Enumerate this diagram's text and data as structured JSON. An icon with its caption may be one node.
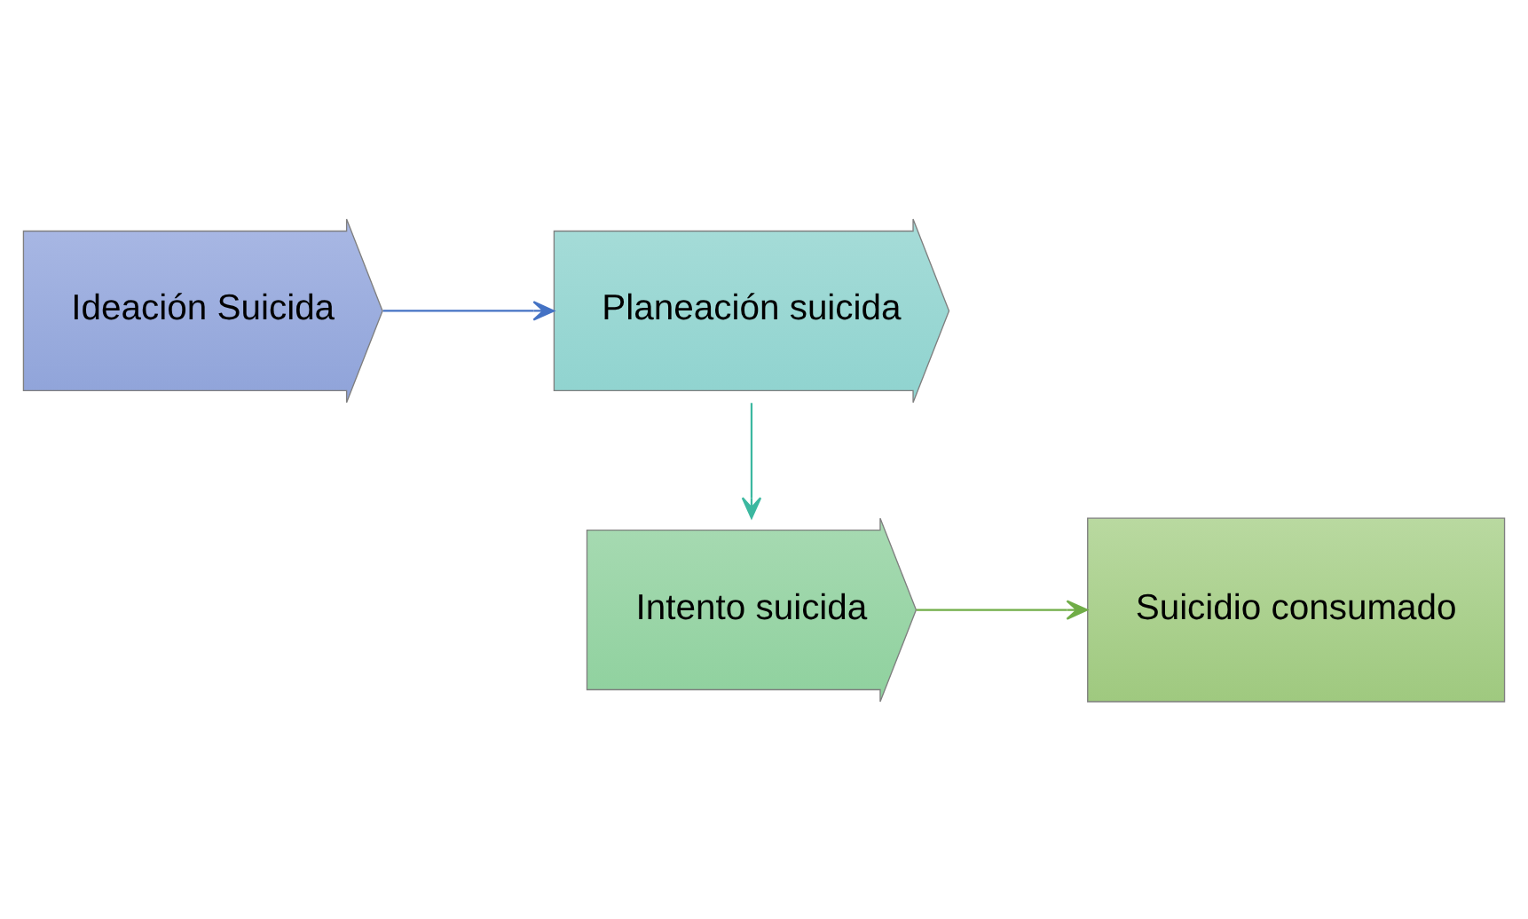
{
  "diagram": {
    "nodes": [
      {
        "text": [
          "Ideación Suicida"
        ]
      },
      {
        "text": [
          "Planeación suicida"
        ]
      },
      {
        "text": [
          "Intento suicida"
        ]
      },
      {
        "text": [
          "Suicidio consumado"
        ]
      }
    ],
    "edges": [
      {
        "from": 0,
        "to": 1,
        "arrow": "to",
        "color": "#4472c4"
      },
      {
        "from": 1,
        "to": 2,
        "arrow": "to",
        "color": "#3cb8a0"
      },
      {
        "from": 2,
        "to": 3,
        "arrow": "to",
        "color": "#70ad47"
      }
    ]
  }
}
